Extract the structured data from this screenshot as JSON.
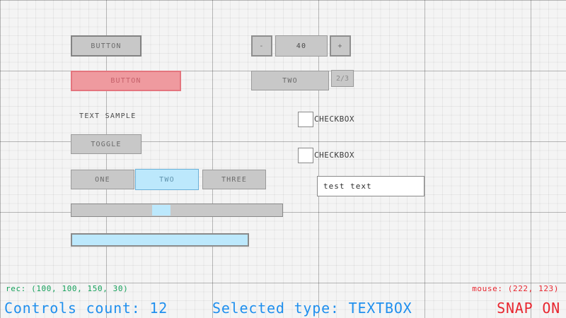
{
  "app": {
    "background_color": "#f4f4f4",
    "grid_minor_step": 12.5,
    "grid_major_step": 50
  },
  "controls": {
    "button_primary": {
      "label": "BUTTON",
      "type": "BUTTON"
    },
    "button_danger": {
      "label": "BUTTON",
      "type": "BUTTON"
    },
    "text_sample": {
      "label": "TEXT SAMPLE",
      "type": "LABEL"
    },
    "toggle": {
      "label": "TOGGLE",
      "type": "TOGGLE"
    },
    "tabgroup": {
      "type": "TOGGLEGROUP",
      "items": [
        {
          "label": "ONE",
          "active": false
        },
        {
          "label": "TWO",
          "active": true
        },
        {
          "label": "THREE",
          "active": false
        }
      ]
    },
    "spinner": {
      "type": "SPINNER",
      "minus_label": "-",
      "value": "40",
      "plus_label": "+"
    },
    "dropdown": {
      "type": "DROPDOWNBOX",
      "value": "TWO",
      "page_badge": "2/3"
    },
    "checkboxes": [
      {
        "label": "CHECKBOX",
        "checked": false
      },
      {
        "label": "CHECKBOX",
        "checked": false
      }
    ],
    "textbox": {
      "type": "TEXTBOX",
      "value": "test text",
      "placeholder": "test text"
    },
    "slider": {
      "type": "SLIDER",
      "handle_position_percent": 40
    },
    "progressbar": {
      "type": "PROGRESSBAR",
      "value_percent": 100
    }
  },
  "status": {
    "rec_info": "rec: (100, 100, 150, 30)",
    "mouse_info": "mouse: (222, 123)",
    "controls_count": "Controls count: 12",
    "selected_type": "Selected type: TEXTBOX",
    "snap_state": "SNAP ON"
  },
  "colors": {
    "accent_blue": "#1f8fee",
    "alert_red": "#e8262f",
    "ok_green": "#14a05a",
    "control_fill": "#c8c8c8",
    "control_border": "#838383",
    "selected_fill": "#bce8fc",
    "selected_border": "#6ab0d8",
    "danger_fill": "#ef9a9f",
    "danger_border": "#e4757e"
  }
}
